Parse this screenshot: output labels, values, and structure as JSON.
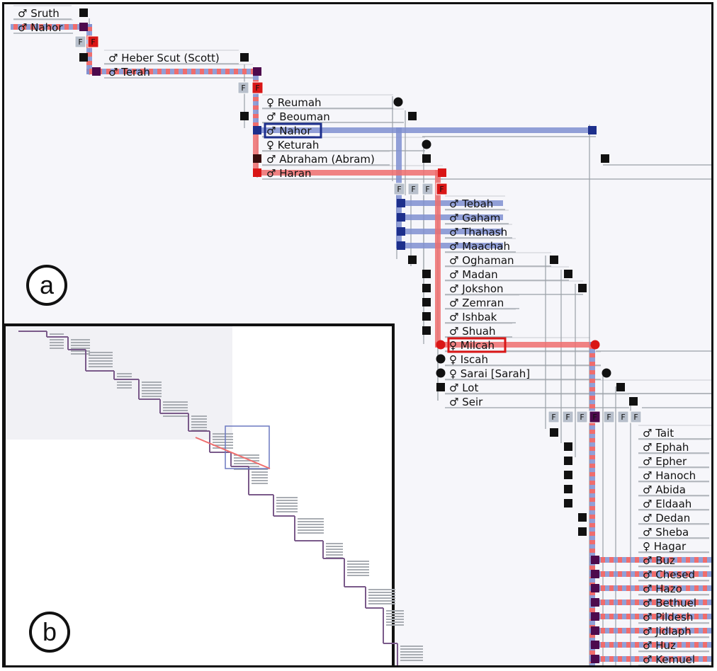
{
  "figure": {
    "panel_a_label": "a",
    "panel_b_label": "b"
  },
  "colors": {
    "blue_line": "#7f8fd0",
    "red_line": "#ef6d6d",
    "blue_square": "#1d2f8c",
    "red_square": "#d91616",
    "purple_square": "#4d0a4d",
    "black_square": "#111111",
    "f_box": "#b7bfcb",
    "row_line": "#9aa0a6"
  },
  "people": [
    {
      "symbol": "♂",
      "name": "Sruth"
    },
    {
      "symbol": "♂",
      "name": "Nahor"
    },
    {
      "symbol": "♂",
      "name": "Heber Scut (Scott)"
    },
    {
      "symbol": "♂",
      "name": "Terah"
    },
    {
      "symbol": "♀",
      "name": "Reumah"
    },
    {
      "symbol": "♂",
      "name": "Beouman"
    },
    {
      "symbol": "♂",
      "name": "Nahor"
    },
    {
      "symbol": "♀",
      "name": "Keturah"
    },
    {
      "symbol": "♂",
      "name": "Abraham (Abram)"
    },
    {
      "symbol": "♂",
      "name": "Haran"
    },
    {
      "symbol": "♂",
      "name": "Tebah"
    },
    {
      "symbol": "♂",
      "name": "Gaham"
    },
    {
      "symbol": "♂",
      "name": "Thahash"
    },
    {
      "symbol": "♂",
      "name": "Maachah"
    },
    {
      "symbol": "♂",
      "name": "Oghaman"
    },
    {
      "symbol": "♂",
      "name": "Madan"
    },
    {
      "symbol": "♂",
      "name": "Jokshon"
    },
    {
      "symbol": "♂",
      "name": "Zemran"
    },
    {
      "symbol": "♂",
      "name": "Ishbak"
    },
    {
      "symbol": "♂",
      "name": "Shuah"
    },
    {
      "symbol": "♀",
      "name": "Milcah"
    },
    {
      "symbol": "♀",
      "name": "Iscah"
    },
    {
      "symbol": "♀",
      "name": "Sarai [Sarah]"
    },
    {
      "symbol": "♂",
      "name": "Lot"
    },
    {
      "symbol": "♂",
      "name": "Seir"
    },
    {
      "symbol": "♂",
      "name": "Tait"
    },
    {
      "symbol": "♂",
      "name": "Ephah"
    },
    {
      "symbol": "♂",
      "name": "Epher"
    },
    {
      "symbol": "♂",
      "name": "Hanoch"
    },
    {
      "symbol": "♂",
      "name": "Abida"
    },
    {
      "symbol": "♂",
      "name": "Eldaah"
    },
    {
      "symbol": "♂",
      "name": "Dedan"
    },
    {
      "symbol": "♂",
      "name": "Sheba"
    },
    {
      "symbol": "♀",
      "name": "Hagar"
    },
    {
      "symbol": "♂",
      "name": "Buz"
    },
    {
      "symbol": "♂",
      "name": "Chesed"
    },
    {
      "symbol": "♂",
      "name": "Hazo"
    },
    {
      "symbol": "♂",
      "name": "Bethuel"
    },
    {
      "symbol": "♂",
      "name": "Pildesh"
    },
    {
      "symbol": "♂",
      "name": "Jidlaph"
    },
    {
      "symbol": "♂",
      "name": "Huz"
    },
    {
      "symbol": "♂",
      "name": "Kemuel"
    }
  ],
  "family_marker": "F"
}
